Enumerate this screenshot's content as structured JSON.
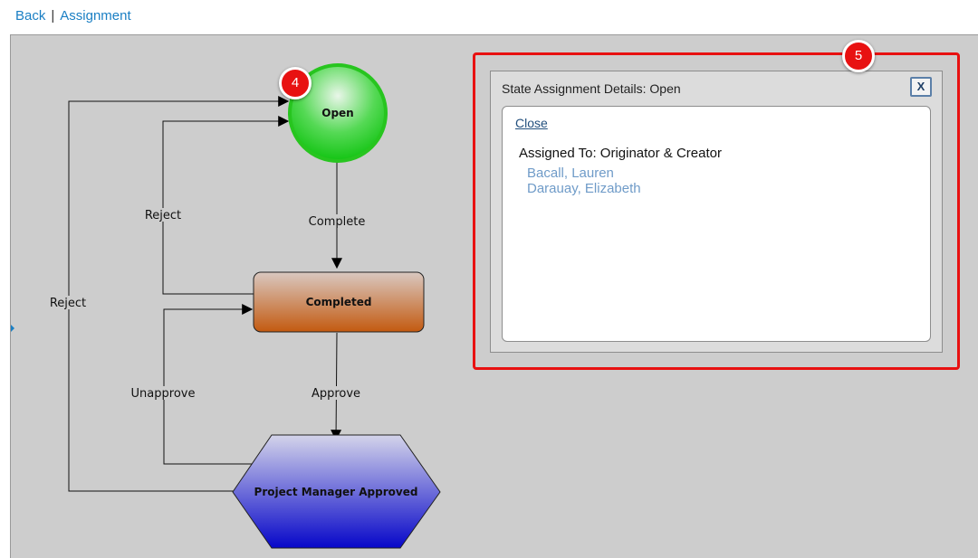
{
  "nav": {
    "back_label": "Back",
    "separator": "|",
    "current_label": "Assignment"
  },
  "workflow": {
    "states": {
      "open": "Open",
      "completed": "Completed",
      "pm_approved": "Project Manager Approved"
    },
    "transitions": {
      "complete": "Complete",
      "approve": "Approve",
      "reject_inner": "Reject",
      "reject_outer": "Reject",
      "unapprove": "Unapprove"
    },
    "colors": {
      "open_fill": "#16c816",
      "open_stroke": "#27c51f",
      "completed_fill": "#c4601a",
      "pm_fill": "#1111c8"
    }
  },
  "badges": {
    "step_4": "4",
    "step_5": "5"
  },
  "details_panel": {
    "title": "State Assignment Details: Open",
    "close_x_label": "X",
    "close_link": "Close",
    "assigned_to": "Assigned To: Originator & Creator",
    "assignees": [
      "Bacall, Lauren",
      "Darauay, Elizabeth"
    ]
  },
  "colors": {
    "link": "#1a7fc4",
    "badge": "#e81111",
    "canvas": "#cdcdcd"
  }
}
